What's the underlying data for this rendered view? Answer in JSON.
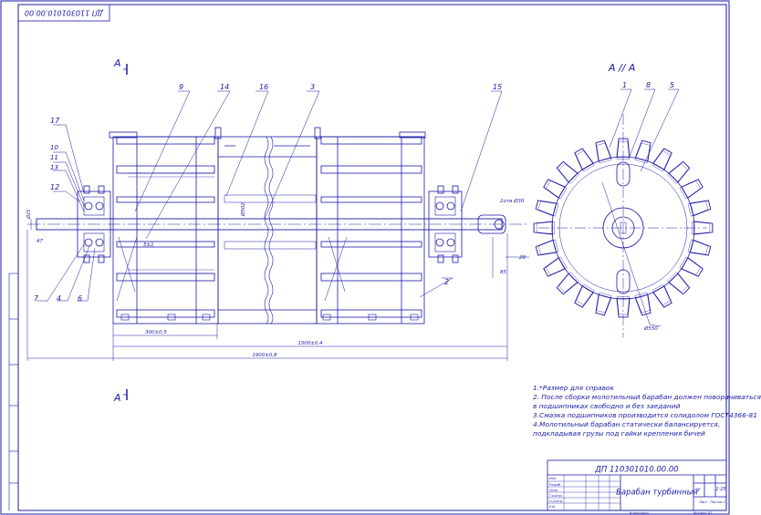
{
  "stamp": "ДП 110301010.00.00",
  "view_marks": {
    "section_top": "А",
    "section_bottom": "А",
    "view_title": "А // А"
  },
  "callouts": [
    "1",
    "2",
    "3",
    "4",
    "5",
    "6",
    "7",
    "8",
    "9",
    "10",
    "11",
    "12",
    "13",
    "14",
    "15",
    "16",
    "17"
  ],
  "dimensions": {
    "d1": "300±0,5",
    "d2": "1500±0,4",
    "d3": "1900±0,8",
    "d4": "2отв Ø30",
    "d5": "85",
    "d6": "28",
    "d7": "5±1",
    "d8": "Ø502",
    "d9": "Ø550",
    "d10": "47",
    "d11": "Ø25"
  },
  "notes": [
    "1.*Размер для справок",
    "2. После сборки молотильный барабан должен поворачиваться",
    "в подшипниках свободно и без заеданий",
    "3.Смазка подшипников производится солидолом ГОСТ4366-81",
    "4.Молотильный барабан статически балансируется,",
    "подкладывая грузы под гайки крепления бичей"
  ],
  "title_block": {
    "code": "ДП 110301010.00.00",
    "name": "Барабан турбинный",
    "lit": "у",
    "mass": "",
    "scale": "1:25",
    "sheet": "Лист",
    "sheets": "Листов 1",
    "copied": "Копировал",
    "format": "Формат А1",
    "rows": [
      "Изм.",
      "Разраб.",
      "Пров.",
      "Т.контр.",
      "Н.контр.",
      "Утв."
    ]
  }
}
